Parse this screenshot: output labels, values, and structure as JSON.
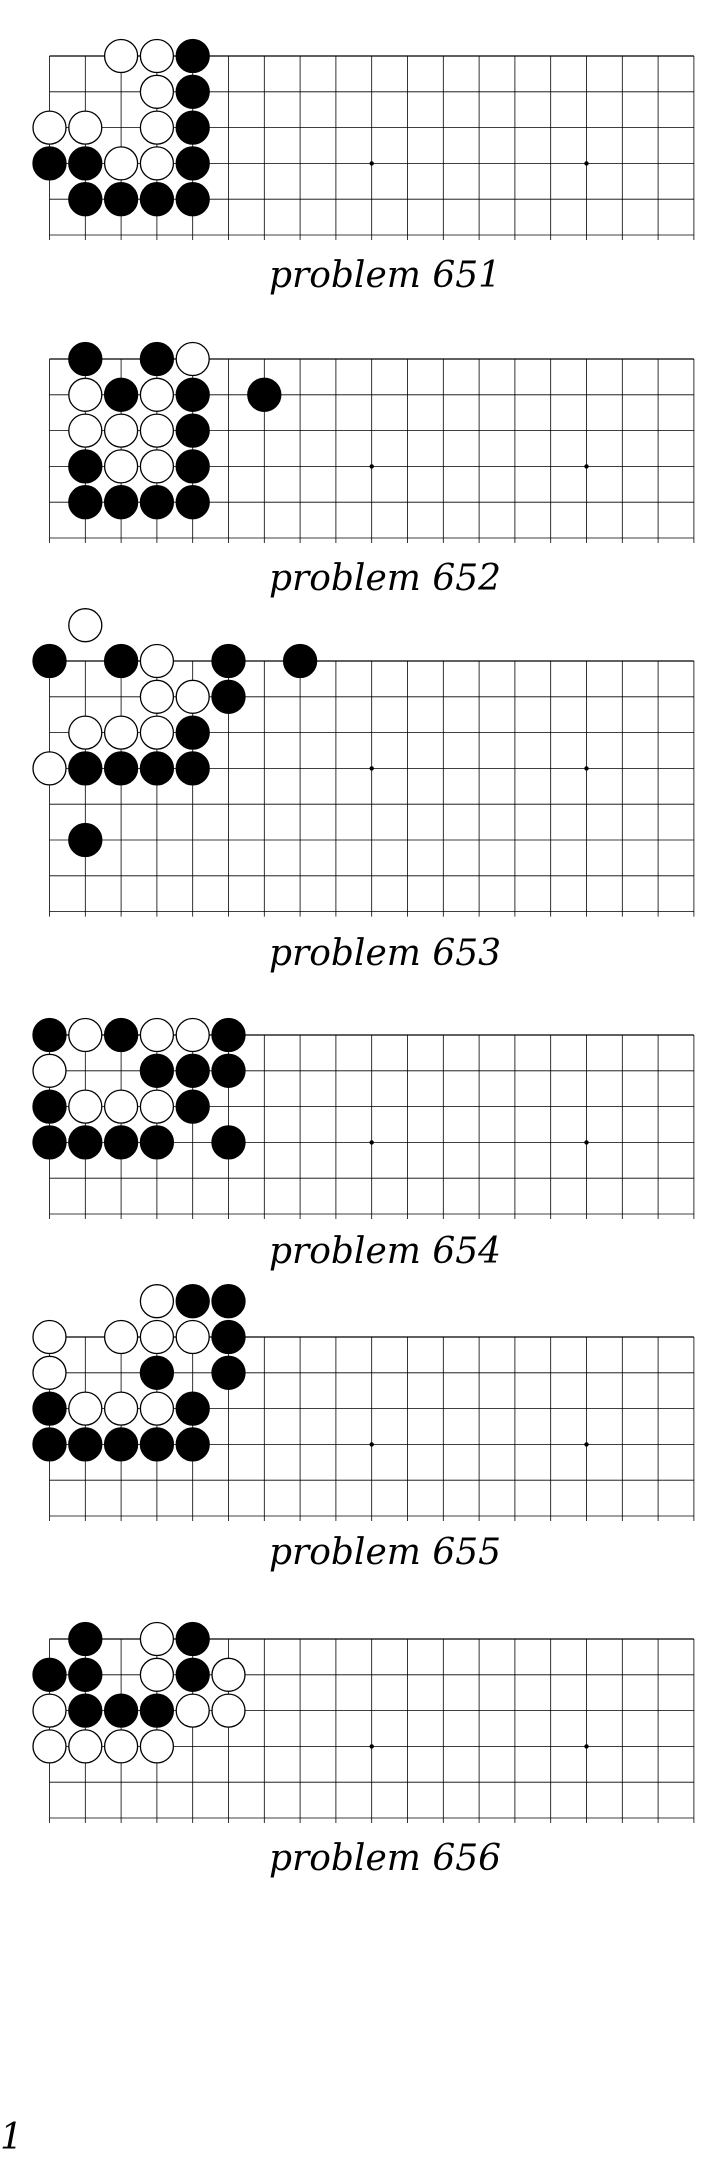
{
  "board": {
    "columns": 19,
    "visible_rows": 5,
    "edge": "top",
    "star_points": [
      "10-4",
      "16-4"
    ]
  },
  "problems": [
    {
      "caption": "problem 651",
      "black": [
        [
          5,
          1
        ],
        [
          5,
          2
        ],
        [
          5,
          3
        ],
        [
          1,
          4
        ],
        [
          2,
          4
        ],
        [
          5,
          4
        ],
        [
          2,
          5
        ],
        [
          3,
          5
        ],
        [
          4,
          5
        ],
        [
          5,
          5
        ]
      ],
      "white": [
        [
          3,
          1
        ],
        [
          4,
          1
        ],
        [
          4,
          2
        ],
        [
          1,
          3
        ],
        [
          2,
          3
        ],
        [
          4,
          3
        ],
        [
          3,
          4
        ],
        [
          4,
          4
        ]
      ]
    },
    {
      "caption": "problem 652",
      "black": [
        [
          2,
          1
        ],
        [
          4,
          1
        ],
        [
          3,
          2
        ],
        [
          5,
          2
        ],
        [
          7,
          2
        ],
        [
          5,
          3
        ],
        [
          2,
          4
        ],
        [
          5,
          4
        ],
        [
          2,
          5
        ],
        [
          3,
          5
        ],
        [
          4,
          5
        ],
        [
          5,
          5
        ]
      ],
      "white": [
        [
          5,
          1
        ],
        [
          2,
          2
        ],
        [
          4,
          2
        ],
        [
          2,
          3
        ],
        [
          3,
          3
        ],
        [
          4,
          3
        ],
        [
          3,
          4
        ],
        [
          4,
          4
        ]
      ]
    },
    {
      "caption": "problem 653",
      "black": [
        [
          1,
          1
        ],
        [
          3,
          1
        ],
        [
          6,
          1
        ],
        [
          8,
          1
        ],
        [
          6,
          2
        ],
        [
          5,
          3
        ],
        [
          2,
          4
        ],
        [
          3,
          4
        ],
        [
          4,
          4
        ],
        [
          5,
          4
        ],
        [
          2,
          6
        ]
      ],
      "white": [
        [
          2,
          0
        ],
        [
          4,
          1
        ],
        [
          4,
          2
        ],
        [
          5,
          2
        ],
        [
          2,
          3
        ],
        [
          3,
          3
        ],
        [
          4,
          3
        ],
        [
          1,
          4
        ]
      ]
    },
    {
      "caption": "problem 654",
      "black": [
        [
          1,
          1
        ],
        [
          3,
          1
        ],
        [
          6,
          1
        ],
        [
          4,
          2
        ],
        [
          5,
          2
        ],
        [
          6,
          2
        ],
        [
          1,
          3
        ],
        [
          5,
          3
        ],
        [
          1,
          4
        ],
        [
          2,
          4
        ],
        [
          3,
          4
        ],
        [
          4,
          4
        ],
        [
          6,
          4
        ]
      ],
      "white": [
        [
          2,
          1
        ],
        [
          4,
          1
        ],
        [
          5,
          1
        ],
        [
          1,
          2
        ],
        [
          2,
          3
        ],
        [
          3,
          3
        ],
        [
          4,
          3
        ]
      ]
    },
    {
      "caption": "problem 655",
      "black": [
        [
          5,
          0
        ],
        [
          6,
          0
        ],
        [
          6,
          1
        ],
        [
          4,
          2
        ],
        [
          6,
          2
        ],
        [
          1,
          3
        ],
        [
          5,
          3
        ],
        [
          1,
          4
        ],
        [
          2,
          4
        ],
        [
          3,
          4
        ],
        [
          4,
          4
        ],
        [
          5,
          4
        ]
      ],
      "white": [
        [
          4,
          0
        ],
        [
          1,
          1
        ],
        [
          3,
          1
        ],
        [
          4,
          1
        ],
        [
          5,
          1
        ],
        [
          1,
          2
        ],
        [
          2,
          3
        ],
        [
          3,
          3
        ],
        [
          4,
          3
        ]
      ]
    },
    {
      "caption": "problem 656",
      "black": [
        [
          2,
          1
        ],
        [
          5,
          1
        ],
        [
          1,
          2
        ],
        [
          2,
          2
        ],
        [
          5,
          2
        ],
        [
          2,
          3
        ],
        [
          3,
          3
        ],
        [
          4,
          3
        ]
      ],
      "white": [
        [
          4,
          1
        ],
        [
          4,
          2
        ],
        [
          6,
          2
        ],
        [
          1,
          3
        ],
        [
          5,
          3
        ],
        [
          6,
          3
        ],
        [
          1,
          4
        ],
        [
          2,
          4
        ],
        [
          3,
          4
        ],
        [
          4,
          4
        ]
      ]
    }
  ],
  "page_number": "1"
}
